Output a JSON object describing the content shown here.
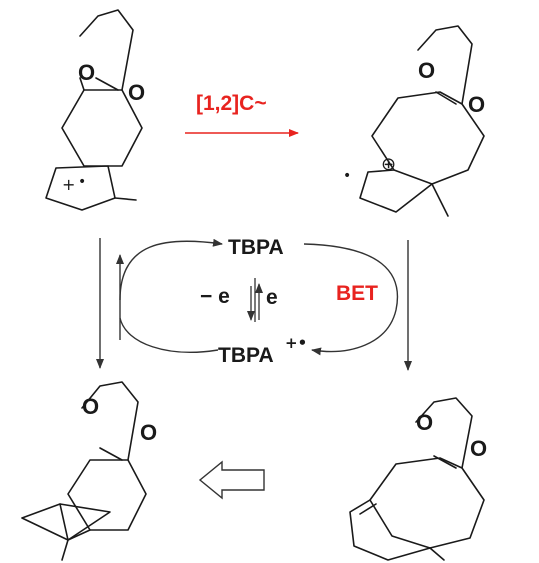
{
  "labels": {
    "rearrangement": "[1,2]C~",
    "tbpa": "TBPA",
    "tbpa_radical_cation": "TBPA",
    "radical_cation_charge": "+•",
    "minus_e": "− e",
    "plus_e": "e",
    "bet": "BET"
  },
  "atoms": {
    "oxygen": "O"
  },
  "symbols": {
    "plus": "+",
    "circled_plus": "⊕",
    "radical_dot": "•"
  },
  "colors": {
    "accent_red": "#e8231f",
    "ink": "#1a1a1a"
  }
}
